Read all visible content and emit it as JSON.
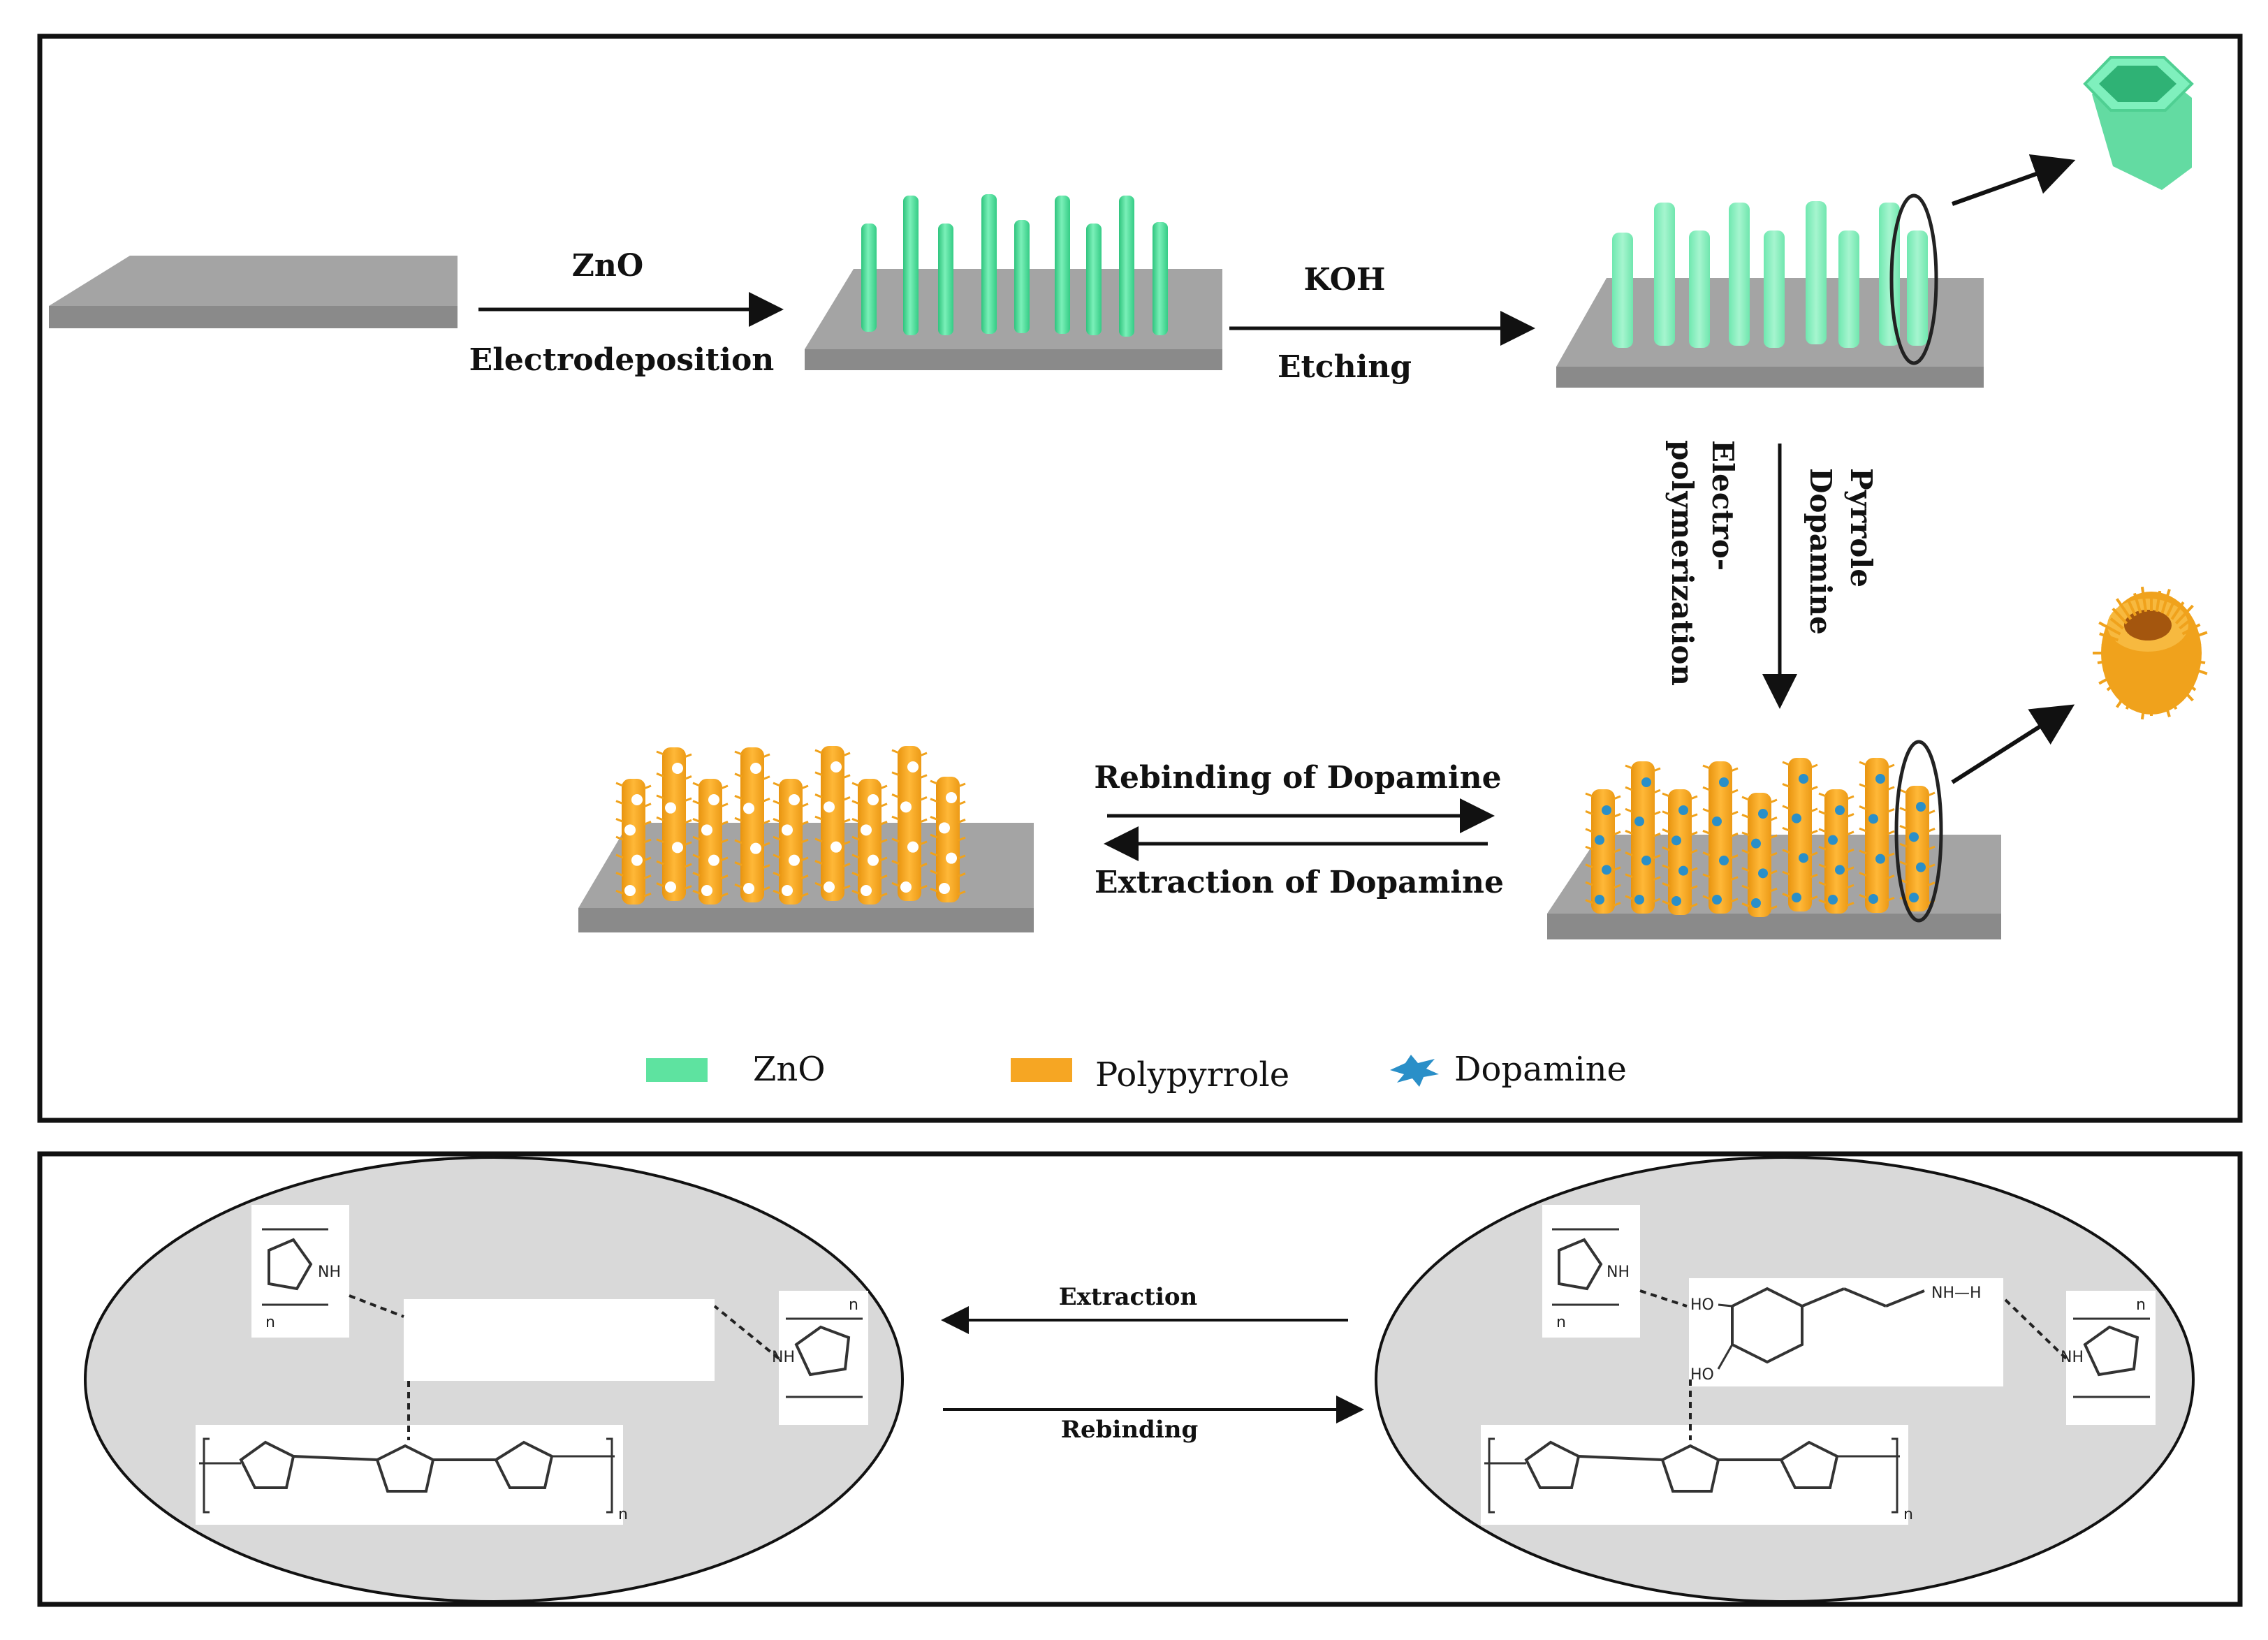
{
  "steps": {
    "step1_top": "ZnO",
    "step1_bottom": "Electrodeposition",
    "step2_top": "KOH",
    "step2_bottom": "Etching",
    "step3_line1": "Pyrrole",
    "step3_line2": "Dopamine",
    "step3_line3": "Electro-",
    "step3_line4": "polymerization",
    "step4_top": "Rebinding of Dopamine",
    "step4_bottom": "Extraction of Dopamine"
  },
  "legend": {
    "items": [
      {
        "label": "ZnO",
        "color": "#5ee3a0",
        "icon": "rectangle-swatch"
      },
      {
        "label": "Polypyrrole",
        "color": "#f6a623",
        "icon": "rectangle-swatch"
      },
      {
        "label": "Dopamine",
        "color": "#2a8fc8",
        "icon": "star-burst-icon"
      }
    ]
  },
  "mechanism": {
    "extraction_label": "Extraction",
    "rebinding_label": "Rebinding",
    "atoms": {
      "nh": "NH",
      "h": "H",
      "ho": "HO",
      "n": "n",
      "nh_h": "NH—H"
    }
  },
  "colors": {
    "zno": "#5ee3a0",
    "zno_dark": "#2fc47e",
    "polypyrrole": "#f6a623",
    "dopamine": "#2a8fc8",
    "substrate": "#9b9b9b",
    "substrate_dark": "#7a7a7a",
    "ellipse_fill": "#d9d9d9"
  }
}
